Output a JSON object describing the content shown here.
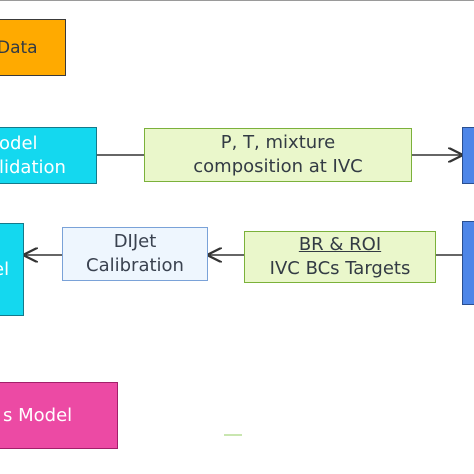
{
  "boxes": {
    "data": "Data",
    "model_validation": [
      "odel",
      "lidation"
    ],
    "pt_mixture": [
      "P, T, mixture",
      "composition at IVC"
    ],
    "left_cut": "el",
    "dijet": [
      "DIJet",
      "Calibration"
    ],
    "br_roi": [
      "BR & ROI",
      "IVC BCs Targets"
    ],
    "s_model": "s Model"
  },
  "colors": {
    "data": "#ffaa00",
    "cyan": "#14d8ef",
    "blue": "#4e86e8",
    "green_light": "#eaf7cb",
    "light_blue": "#eef6fe",
    "magenta": "#ec4aa4"
  }
}
